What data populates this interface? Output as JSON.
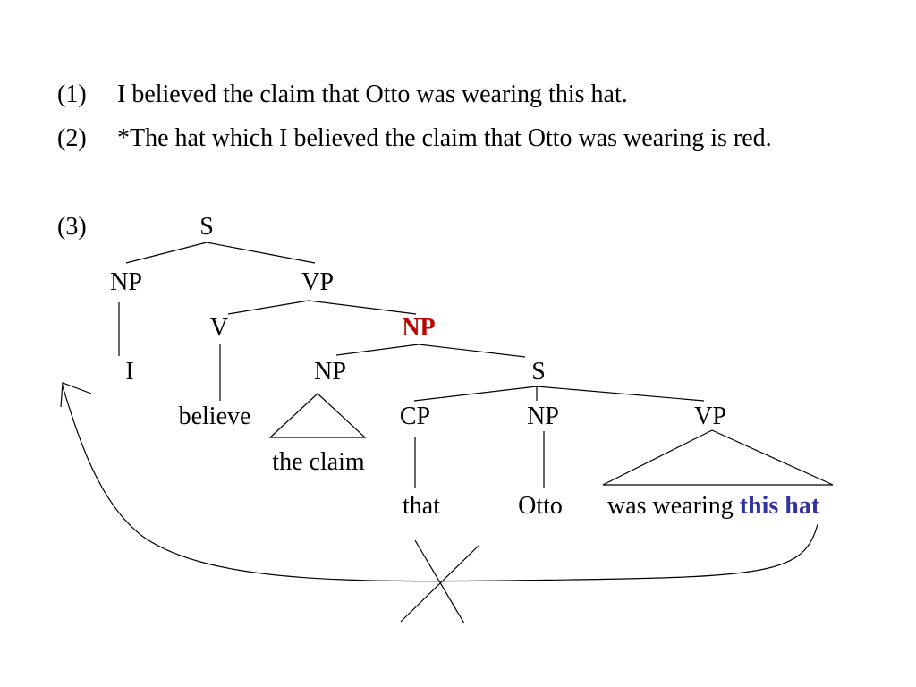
{
  "examples": [
    {
      "num": "(1)",
      "text": "I believed the claim that Otto was wearing this hat."
    },
    {
      "num": "(2)",
      "text": "*The hat which I believed the claim that Otto was wearing is red."
    }
  ],
  "tree": {
    "num": "(3)",
    "nodes": {
      "s_root": "S",
      "np_subj": "NP",
      "vp_main": "VP",
      "v": "V",
      "np_obj": "NP",
      "i": "I",
      "believe": "believe",
      "np_claim": "NP",
      "s_comp": "S",
      "the_claim": "the claim",
      "cp": "CP",
      "np_otto": "NP",
      "vp_low": "VP",
      "that": "that",
      "otto": "Otto",
      "was_wearing": "was wearing",
      "this_hat": "this hat"
    }
  },
  "colors": {
    "highlight_np": "#c00000",
    "moved_phrase": "#3333a0",
    "line": "#000000"
  }
}
